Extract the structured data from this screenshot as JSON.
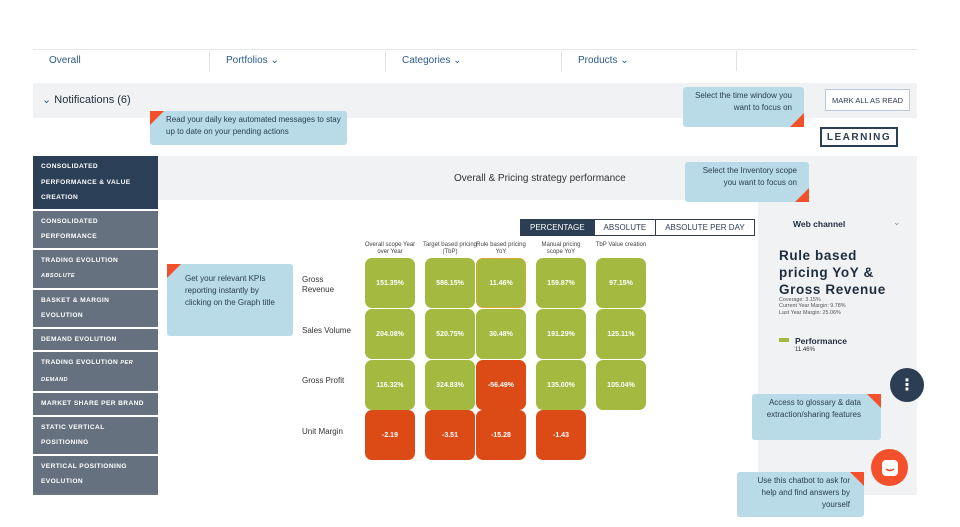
{
  "nav": {
    "overall": "Overall",
    "portfolios": "Portfolios ⌄",
    "categories": "Categories ⌄",
    "products": "Products ⌄"
  },
  "notifications": {
    "title": "Notifications (6)",
    "chevron": "⌄",
    "mark_all": "MARK ALL AS READ"
  },
  "learning_label": "LEARNING",
  "sidebar": {
    "items": [
      {
        "label": "CONSOLIDATED PERFORMANCE & VALUE CREATION",
        "sub": ""
      },
      {
        "label": "CONSOLIDATED PERFORMANCE",
        "sub": ""
      },
      {
        "label": "TRADING EVOLUTION",
        "sub": "ABSOLUTE"
      },
      {
        "label": "BASKET & MARGIN EVOLUTION",
        "sub": ""
      },
      {
        "label": "DEMAND EVOLUTION",
        "sub": ""
      },
      {
        "label": "TRADING EVOLUTION",
        "sub": "PER DEMAND"
      },
      {
        "label": "MARKET SHARE PER BRAND",
        "sub": ""
      },
      {
        "label": "STATIC VERTICAL POSITIONING",
        "sub": ""
      },
      {
        "label": "VERTICAL POSITIONING EVOLUTION",
        "sub": ""
      }
    ]
  },
  "main": {
    "title": "Overall & Pricing strategy performance",
    "toggle": [
      "PERCENTAGE",
      "ABSOLUTE",
      "ABSOLUTE PER DAY"
    ],
    "channel": "Web channel",
    "chevron": "⌄"
  },
  "chart_data": {
    "type": "heatmap",
    "columns": [
      "Overall scope Year over Year",
      "Target based pricing (TbP)",
      "Rule based pricing YoY",
      "Manual pricing scope YoY",
      "TbP Value creation"
    ],
    "rows": [
      "Gross Revenue",
      "Sales Volume",
      "Gross Profit",
      "Unit Margin"
    ],
    "cells": [
      [
        "151.35%",
        "586.15%",
        "11.46%",
        "159.87%",
        "97.15%"
      ],
      [
        "204.08%",
        "520.75%",
        "30.48%",
        "191.29%",
        "125.11%"
      ],
      [
        "116.32%",
        "324.83%",
        "-56.49%",
        "135.00%",
        "105.04%"
      ],
      [
        "-2.19",
        "-3.51",
        "-15.28",
        "-1.43",
        null
      ]
    ],
    "colors": {
      "positive": "#a4b940",
      "negative": "#dc4a16"
    }
  },
  "panel": {
    "title": "Rule based pricing YoY & Gross Revenue",
    "coverage": "Coverage: 3.15%",
    "current_margin": "Current Year Margin: 9.78%",
    "last_margin": "Last Year Margin: 25.06%",
    "legend": "Performance",
    "legend_value": "11.46%"
  },
  "tips": {
    "messages": "Read your daily key automated messages to stay up to date on your pending actions",
    "time_window": "Select the time window you want to focus on",
    "inventory": "Select the Inventory scope you want to focus on",
    "kpis": "Get your relevant KPIs reporting instantly by clicking on the Graph title",
    "glossary": "Access to glossary & data extraction/sharing features",
    "chatbot": "Use this chatbot to ask for help and find answers by yourself"
  },
  "icons": {
    "menu": "more-vertical-icon",
    "chat": "chat-icon"
  }
}
